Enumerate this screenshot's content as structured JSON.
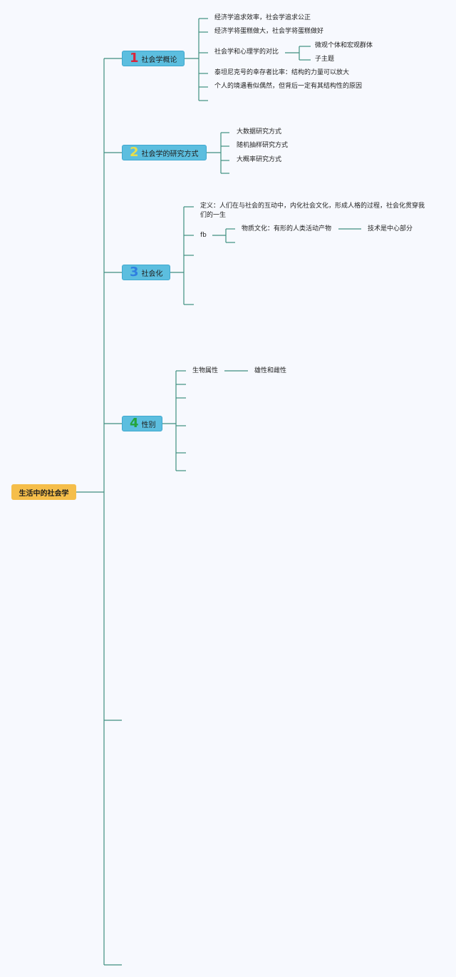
{
  "root": "生活中的社会学",
  "topics": [
    {
      "num": "1",
      "label": "社会学概论"
    },
    {
      "num": "2",
      "label": "社会学的研究方式"
    },
    {
      "num": "3",
      "label": "社会化"
    },
    {
      "num": "4",
      "label": "性别"
    }
  ],
  "t1": {
    "items": [
      "经济学追求效率，社会学追求公正",
      "经济学将蛋糕做大，社会学将蛋糕做好",
      "社会学和心理学的对比",
      "泰坦尼克号的幸存者比率：结构的力量可以放大",
      "个人的境遇看似偶然，但背后一定有其结构性的原因"
    ],
    "sub": [
      "微观个体和宏观群体",
      "子主题"
    ]
  },
  "t2": {
    "items": [
      "大数据研究方式",
      "随机抽样研究方式",
      "大概率研究方式"
    ]
  },
  "t3": {
    "definition": "定义：人们在与社会的互动中，内化社会文化，形成人格的过程，社会化贯穿我们的一生",
    "fb": "fb",
    "material": "物质文化：有形的人类活动产物",
    "tech": "技术是中心部分"
  },
  "t4": {
    "bio": "生物属性",
    "sex": "雄性和雌性"
  }
}
